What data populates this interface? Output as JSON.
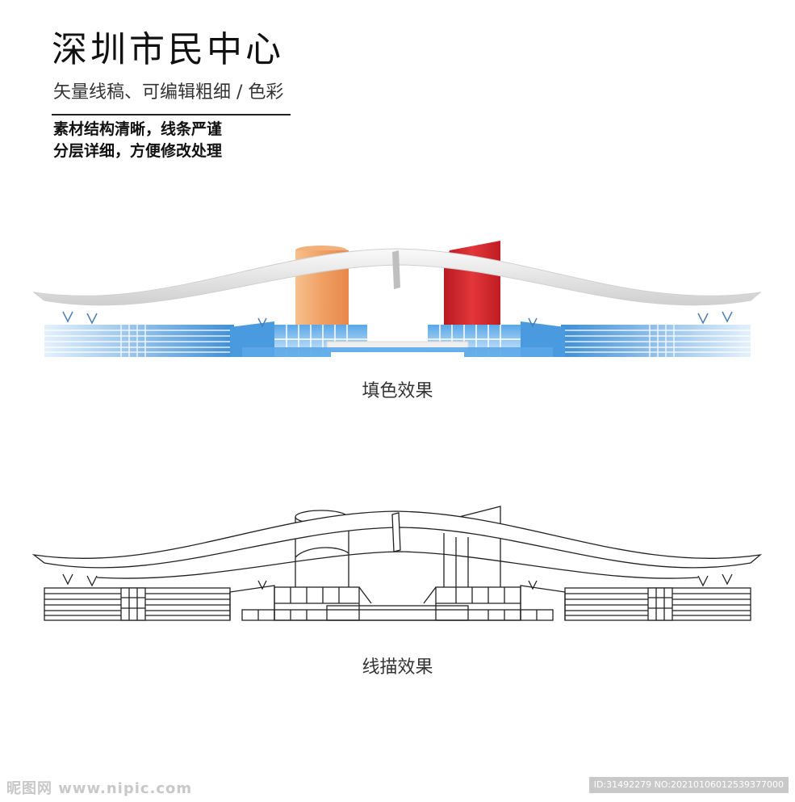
{
  "header": {
    "title": "深圳市民中心",
    "subtitle": "矢量线稿、可编辑粗细 / 色彩",
    "desc_line1": "素材结构清晰，线条严谨",
    "desc_line2": "分层详细，方便修改处理"
  },
  "captions": {
    "filled": "填色效果",
    "line": "线描效果"
  },
  "watermark": {
    "left": "昵图网 www.nipic.com",
    "right": "ID:31492279 NO:20210106012539377000"
  },
  "colors": {
    "roof": "#eeeeee",
    "orange_tower": "#f2a46a",
    "red_tower": "#d6262b",
    "glass_blue": "#3a8fd8",
    "glass_light": "#cfe6fa",
    "line": "#222222"
  }
}
